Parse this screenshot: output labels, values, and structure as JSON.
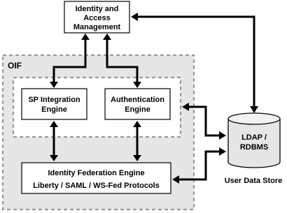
{
  "diagram": {
    "oif_label": "OIF",
    "iam": {
      "line1": "Identity and",
      "line2": "Access",
      "line3": "Management"
    },
    "sp_integration": {
      "line1": "SP Integration",
      "line2": "Engine"
    },
    "authentication": {
      "line1": "Authentication",
      "line2": "Engine"
    },
    "federation": {
      "line1": "Identity Federation Engine",
      "line2": "Liberty / SAML / WS-Fed Protocols"
    },
    "ldap": {
      "line1": "LDAP /",
      "line2": "RDBMS"
    },
    "user_data_store_label": "User Data Store"
  }
}
